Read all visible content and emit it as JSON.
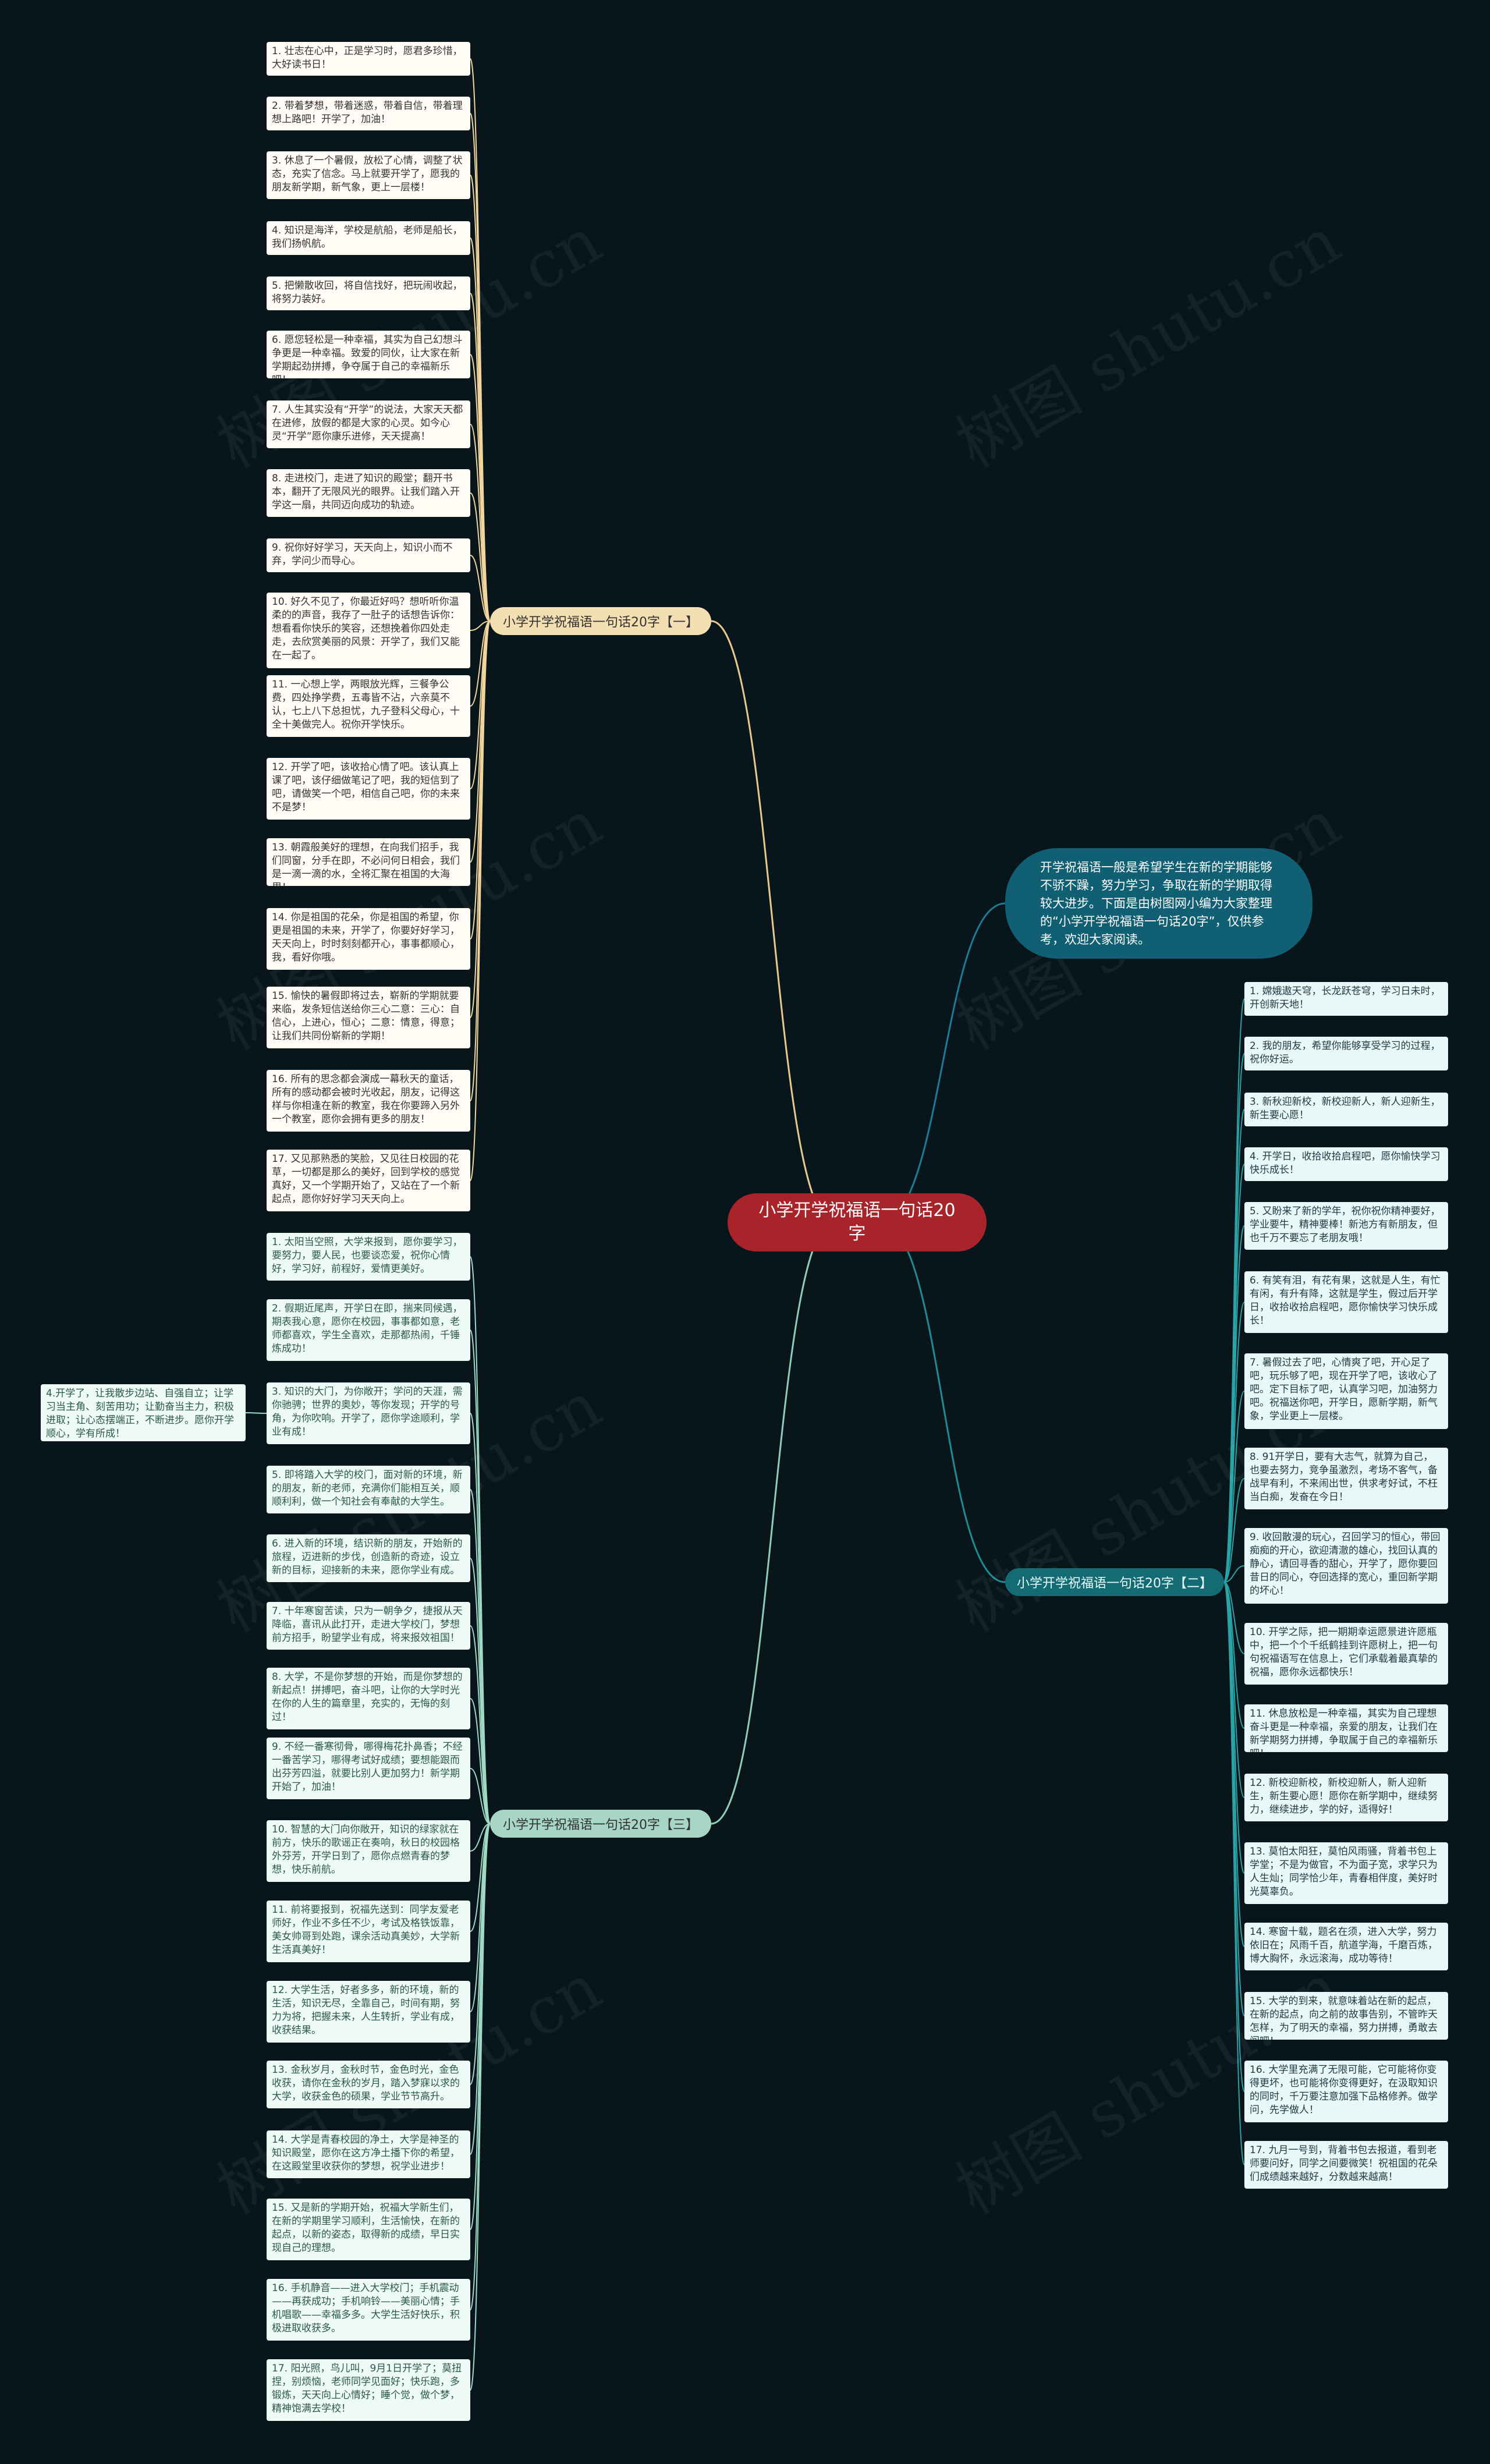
{
  "watermark": "树图 shutu.cn",
  "root": "小学开学祝福语一句话20字",
  "intro": "开学祝福语一般是希望学生在新的学期能够不骄不躁，努力学习，争取在新的学期取得较大进步。下面是由树图网小编为大家整理的“小学开学祝福语一句话20字”，仅供参考，欢迎大家阅读。",
  "branches": {
    "b1": {
      "label": "小学开学祝福语一句话20字【一】",
      "leaves": [
        "1. 壮志在心中，正是学习时，愿君多珍惜，大好读书日！",
        "2. 带着梦想，带着迷惑，带着自信，带着理想上路吧！开学了，加油！",
        "3. 休息了一个暑假，放松了心情，调整了状态，充实了信念。马上就要开学了，愿我的朋友新学期，新气象，更上一层楼！",
        "4. 知识是海洋，学校是航船，老师是船长，我们扬帆航。",
        "5. 把懒散收回，将自信找好，把玩闹收起，将努力装好。",
        "6. 愿您轻松是一种幸福，其实为自己幻想斗争更是一种幸福。致爱的同伙，让大家在新学期起劲拼搏，争夺属于自己的幸福新乐吧！",
        "7. 人生其实没有“开学”的说法，大家天天都在进修，放假的都是大家的心灵。如今心灵“开学”愿你康乐进修，天天提高！",
        "8. 走进校门，走进了知识的殿堂；翻开书本，翻开了无限风光的眼界。让我们踏入开学这一扇，共同迈向成功的轨迹。",
        "9. 祝你好好学习，天天向上，知识小而不弃，学问少而导心。",
        "10. 好久不见了，你最近好吗？想听听你温柔的的声音，我存了一肚子的话想告诉你：想看看你快乐的笑容，还想挽着你四处走走，去欣赏美丽的风景：开学了，我们又能在一起了。",
        "11. 一心想上学，两眼放光辉，三餐争公费，四处挣学费，五毒皆不沾，六亲莫不认，七上八下总担忧，九子登科父母心，十全十美做完人。祝你开学快乐。",
        "12. 开学了吧，该收拾心情了吧。该认真上课了吧，该仔细做笔记了吧，我的短信到了吧，请做笑一个吧，相信自己吧，你的未来不是梦！",
        "13. 朝霞般美好的理想，在向我们招手，我们同窗，分手在即，不必问何日相会，我们是一滴一滴的水，全将汇聚在祖国的大海里！",
        "14. 你是祖国的花朵，你是祖国的希望，你更是祖国的未来，开学了，你要好好学习，天天向上，时时刻刻都开心，事事都顺心，我，看好你哦。",
        "15. 愉快的暑假即将过去，崭新的学期就要来临，发条短信送给你三心二意：三心：自信心，上进心，恒心；二意：情意，得意；让我们共同份崭新的学期！",
        "16. 所有的思念都会演成一幕秋天的童话，所有的感动都会被时光收起，朋友，记得这样与你相逢在新的教室，我在你要蹄入另外一个教室，愿你会拥有更多的朋友！",
        "17. 又见那熟悉的笑脸，又见往日校园的花草，一切都是那么的美好，回到学校的感觉真好，又一个学期开始了，又站在了一个新起点，愿你好好学习天天向上。"
      ]
    },
    "b2": {
      "label": "小学开学祝福语一句话20字【二】",
      "leaves": [
        "1. 嫦娥遨天穹，长龙跃苍穹，学习日未时，开创新天地！",
        "2. 我的朋友，希望你能够享受学习的过程，祝你好运。",
        "3. 新秋迎新校，新校迎新人，新人迎新生，新生要心愿！",
        "4. 开学日，收拾收拾启程吧，愿你愉快学习快乐成长！",
        "5. 又盼来了新的学年，祝你祝你精神要好，学业要牛，精神要棒！新池方有新朋友，但也千万不要忘了老朋友哦！",
        "6. 有笑有泪，有花有果，这就是人生，有忙有闲，有升有降，这就是学生，假过后开学日，收拾收拾启程吧，愿你愉快学习快乐成长！",
        "7. 暑假过去了吧，心情爽了吧，开心足了吧，玩乐够了吧，现在开学了吧，该收心了吧。定下目标了吧，认真学习吧，加油努力吧。祝福送你吧，开学日，愿新学期，新气象，学业更上一层楼。",
        "8. 91开学日，要有大志气，就算为自己，也要去努力，竞争虽激烈，考场不客气，备战早有利，不来闹出世，供求考好试，不枉当白痴，发奋在今日！",
        "9. 收回散漫的玩心，召回学习的恒心，带回痴痴的开心，欲迎清澈的雄心，找回认真的静心，请回寻香的甜心，开学了，愿你要回昔日的同心，夺回选择的宽心，重回新学期的坏心！",
        "10. 开学之际，把一期期幸运愿景进许愿瓶中，把一个个千纸鹤挂到许愿树上，把一句句祝福语写在信息上，它们承载着最真挚的祝福，愿你永远都快乐！",
        "11. 休息放松是一种幸福，其实为自己理想奋斗更是一种幸福，亲爱的朋友，让我们在新学期努力拼搏，争取属于自己的幸福新乐吧！",
        "12. 新校迎新校，新校迎新人，新人迎新生，新生要心愿！愿你在新学期中，继续努力，继续进步，学的好，适得好！",
        "13. 莫怕太阳狂，莫怕风雨骚，背着书包上学堂；不是为做官，不为面子宽，求学只为人生灿；同学恰少年，青春相伴度，美好时光莫辜负。",
        "14. 寒窗十载，题名在须，进入大学，努力依旧在；风雨千百，航道学海，千磨百炼，博大胸怀，永远滚海，成功等待！",
        "15. 大学的到来，就意味着站在新的起点，在新的起点，向之前的故事告别，不管昨天怎样，为了明天的幸福，努力拼搏，勇敢去闯吧！",
        "16. 大学里充满了无限可能，它可能将你变得更坏，也可能将你变得更好，在汲取知识的同时，千万要注意加强下品格修养。做学问，先学做人！",
        "17. 九月一号到，背着书包去报道，看到老师要问好，同学之间要微笑！祝祖国的花朵们成绩越来越好，分数越来越高！"
      ]
    },
    "b3": {
      "label": "小学开学祝福语一句话20字【三】",
      "leaves": [
        "1. 太阳当空照，大学来报到，愿你要学习，要努力，要人民，也要谈恋爱，祝你心情好，学习好，前程好，爱情更美好。",
        "2. 假期近尾声，开学日在即，揣来同候遇，期表我心意，愿你在校园，事事都如意，老师都喜欢，学生全喜欢，走那都热闹，千锤炼成功！",
        "3. 知识的大门，为你敞开；学问的天涯，需你驰骋；世界的奥妙，等你发现；开学的号角，为你吹响。开学了，愿你学途顺利，学业有成！",
        "5. 即将踏入大学的校门，面对新的环境，新的朋友，新的老师，充满你们能相互关，顺顺利利，做一个知社会有奉献的大学生。",
        "6. 进入新的环境，结识新的朋友，开始新的旅程，迈进新的步伐，创造新的奇迹，设立新的目标，迎接新的未来，愿你学业有成。",
        "7. 十年寒窗苦读，只为一朝争夕，捷报从天降临，喜讯从此打开，走进大学校门，梦想前方招手，盼望学业有成，将来报效祖国！",
        "8. 大学，不是你梦想的开始，而是你梦想的新起点！拼搏吧，奋斗吧，让你的大学时光在你的人生的篇章里，充实的，无悔的刻过！",
        "9. 不经一番寒彻骨，哪得梅花扑鼻香；不经一番苦学习，哪得考试好成绩；要想能跟而出芬芳四溢，就要比别人更加努力！新学期开始了，加油！",
        "10. 智慧的大门向你敞开，知识的绿家就在前方，快乐的歌谣正在奏响，秋日的校园格外芬芳，开学日到了，愿你点燃青春的梦想，快乐前航。",
        "11. 前将要报到，祝福先送到：同学友爱老师好，作业不多任不少，考试及格铁饭靠，美女帅哥到处跑，课余活动真美妙，大学新生活真美好！",
        "12. 大学生活，好者多多，新的环境，新的生活，知识无尽，全靠自己，时间有期，努力为将，把握未来，人生转折，学业有成，收获结果。",
        "13. 金秋岁月，金秋时节，金色时光，金色收获，请你在金秋的岁月，踏入梦寐以求的大学，收获金色的硕果，学业节节高升。",
        "14. 大学是青春校园的净土，大学是神圣的知识殿堂，愿你在这方净土播下你的希望，在这殿堂里收获你的梦想，祝学业进步！",
        "15. 又是新的学期开始，祝福大学新生们，在新的学期里学习顺利，生活愉快，在新的起点，以新的姿态，取得新的成绩，早日实现自己的理想。",
        "16. 手机静音——进入大学校门；手机震动——再获成功；手机响铃——美丽心情；手机唱歌——幸福多多。大学生活好快乐，积极进取收获多。",
        "17. 阳光照，鸟儿叫，9月1日开学了；莫扭捏，别烦恼，老师同学见面好；快乐跑，多锻炼，天天向上心情好；睡个觉，做个梦，精神饱满去学校！"
      ],
      "sub": "4.开学了，让我散步边站、自强自立；让学习当主角、刻苦用功；让勤奋当主力，积极进取；让心态摆端正，不断进步。愿你开学顺心，学有所成！"
    }
  }
}
